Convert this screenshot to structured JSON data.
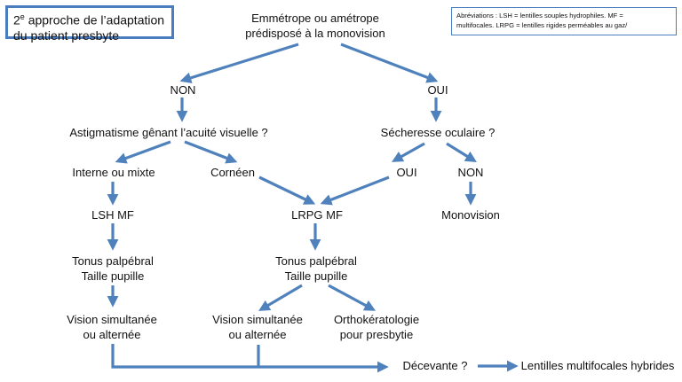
{
  "title": {
    "ordinal": "2",
    "ordinal_sup": "e",
    "line1_rest": " approche de l’adaptation",
    "line2": "du patient presbyte"
  },
  "abbreviations": {
    "line1": "Abréviations : LSH = lentilles souples hydrophiles. MF =",
    "line2": "multifocales. LRPG = lentilles rigides perméables au gaz/"
  },
  "nodes": {
    "root_line1": "Emmétrope ou amétrope",
    "root_line2": "prédisposé à la monovision",
    "non": "NON",
    "oui": "OUI",
    "astigmatism": "Astigmatisme gênant l’acuité visuelle ?",
    "dry_eye": "Sécheresse oculaire ?",
    "internal_mixed": "Interne ou mixte",
    "corneal": "Cornéen",
    "dry_oui": "OUI",
    "dry_non": "NON",
    "lsh_mf": "LSH MF",
    "lrpg_mf": "LRPG MF",
    "monovision": "Monovision",
    "tonus_left_line1": "Tonus palpébral",
    "tonus_left_line2": "Taille pupille",
    "tonus_mid_line1": "Tonus palpébral",
    "tonus_mid_line2": "Taille pupille",
    "vision_left_line1": "Vision simultanée",
    "vision_left_line2": "ou alternée",
    "vision_mid_line1": "Vision simultanée",
    "vision_mid_line2": "ou alternée",
    "ortho_line1": "Orthokératologie",
    "ortho_line2": "pour presbytie",
    "disappointing": "Décevante ?",
    "hybrid": "Lentilles multifocales hybrides"
  },
  "colors": {
    "arrow": "#4f81bd",
    "border": "#4a7cc0"
  }
}
